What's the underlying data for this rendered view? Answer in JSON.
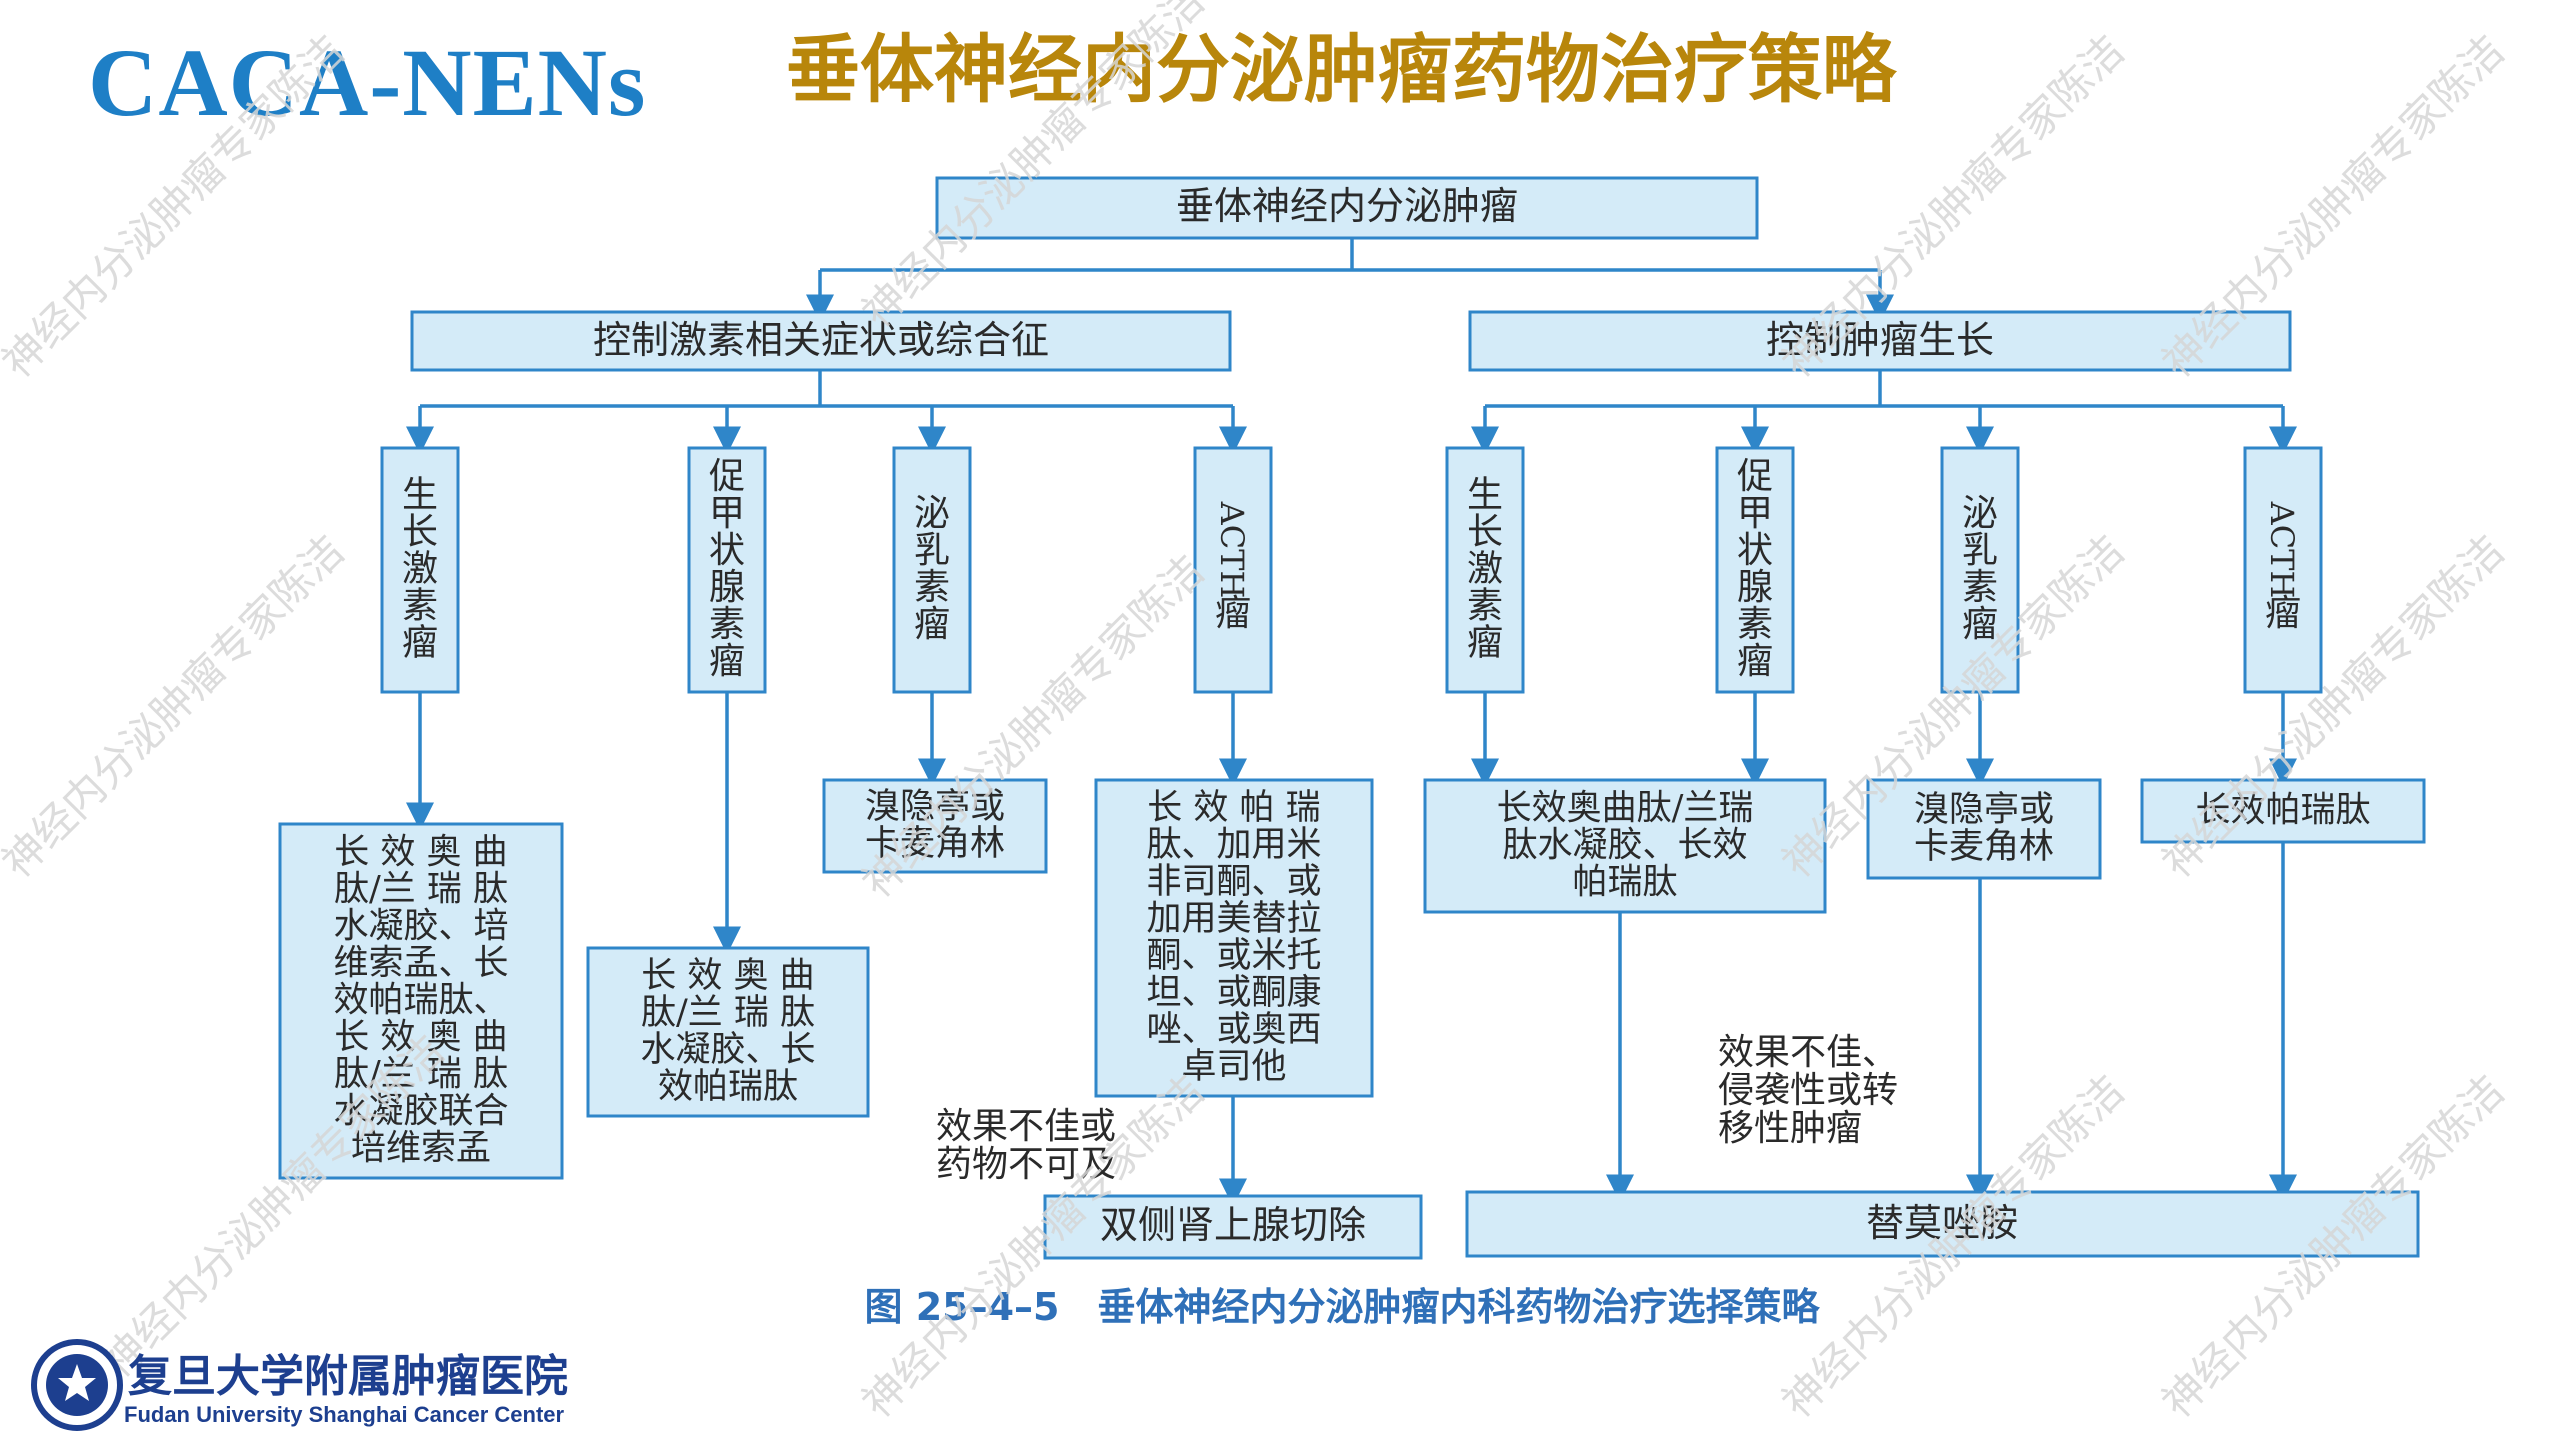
{
  "header": {
    "brand": "CACA-NENs",
    "title": "垂体神经内分泌肿瘤药物治疗策略"
  },
  "diagram": {
    "root": "垂体神经内分泌肿瘤",
    "branch_left": "控制激素相关症状或综合征",
    "branch_right": "控制肿瘤生长",
    "left_tumors": [
      "生长激素瘤",
      "促甲状腺素瘤",
      "泌乳素瘤",
      "ACTH瘤"
    ],
    "right_tumors": [
      "生长激素瘤",
      "促甲状腺素瘤",
      "泌乳素瘤",
      "ACTH瘤"
    ],
    "left_treatments": [
      [
        "长 效 奥 曲",
        "肽/兰 瑞 肽",
        "水凝胶、培",
        "维索孟、长",
        "效帕瑞肽、",
        "长 效 奥 曲",
        "肽/兰 瑞 肽",
        "水凝胶联合",
        "培维索孟"
      ],
      [
        "长 效 奥 曲",
        "肽/兰 瑞 肽",
        "水凝胶、长",
        "效帕瑞肽"
      ],
      [
        "溴隐亭或",
        "卡麦角林"
      ],
      [
        "长 效 帕 瑞",
        "肽、加用米",
        "非司酮、或",
        "加用美替拉",
        "酮、或米托",
        "坦、或酮康",
        "唑、或奥西",
        "卓司他"
      ]
    ],
    "right_treatments": [
      [
        "长效奥曲肽/兰瑞",
        "肽水凝胶、长效",
        "帕瑞肽"
      ],
      [
        "溴隐亭或",
        "卡麦角林"
      ],
      [
        "长效帕瑞肽"
      ]
    ],
    "note_left": [
      "效果不佳或",
      "药物不可及"
    ],
    "note_right": [
      "效果不佳、",
      "侵袭性或转",
      "移性肿瘤"
    ],
    "final_left": "双侧肾上腺切除",
    "final_right": "替莫唑胺",
    "caption": "图 25–4–5　垂体神经内分泌肿瘤内科药物治疗选择策略"
  },
  "watermark": "神经内分泌肿瘤专家陈洁",
  "footer": {
    "logo_icon": "fudan-cancer-center-emblem-icon",
    "name_cn": "复旦大学附属肿瘤医院",
    "name_en": "Fudan University Shanghai Cancer Center"
  },
  "colors": {
    "brand": "#1e7fc6",
    "title": "#b8860b",
    "box_fill": "#d4ebf8",
    "box_stroke": "#2f86c9",
    "caption": "#2f70b8"
  }
}
